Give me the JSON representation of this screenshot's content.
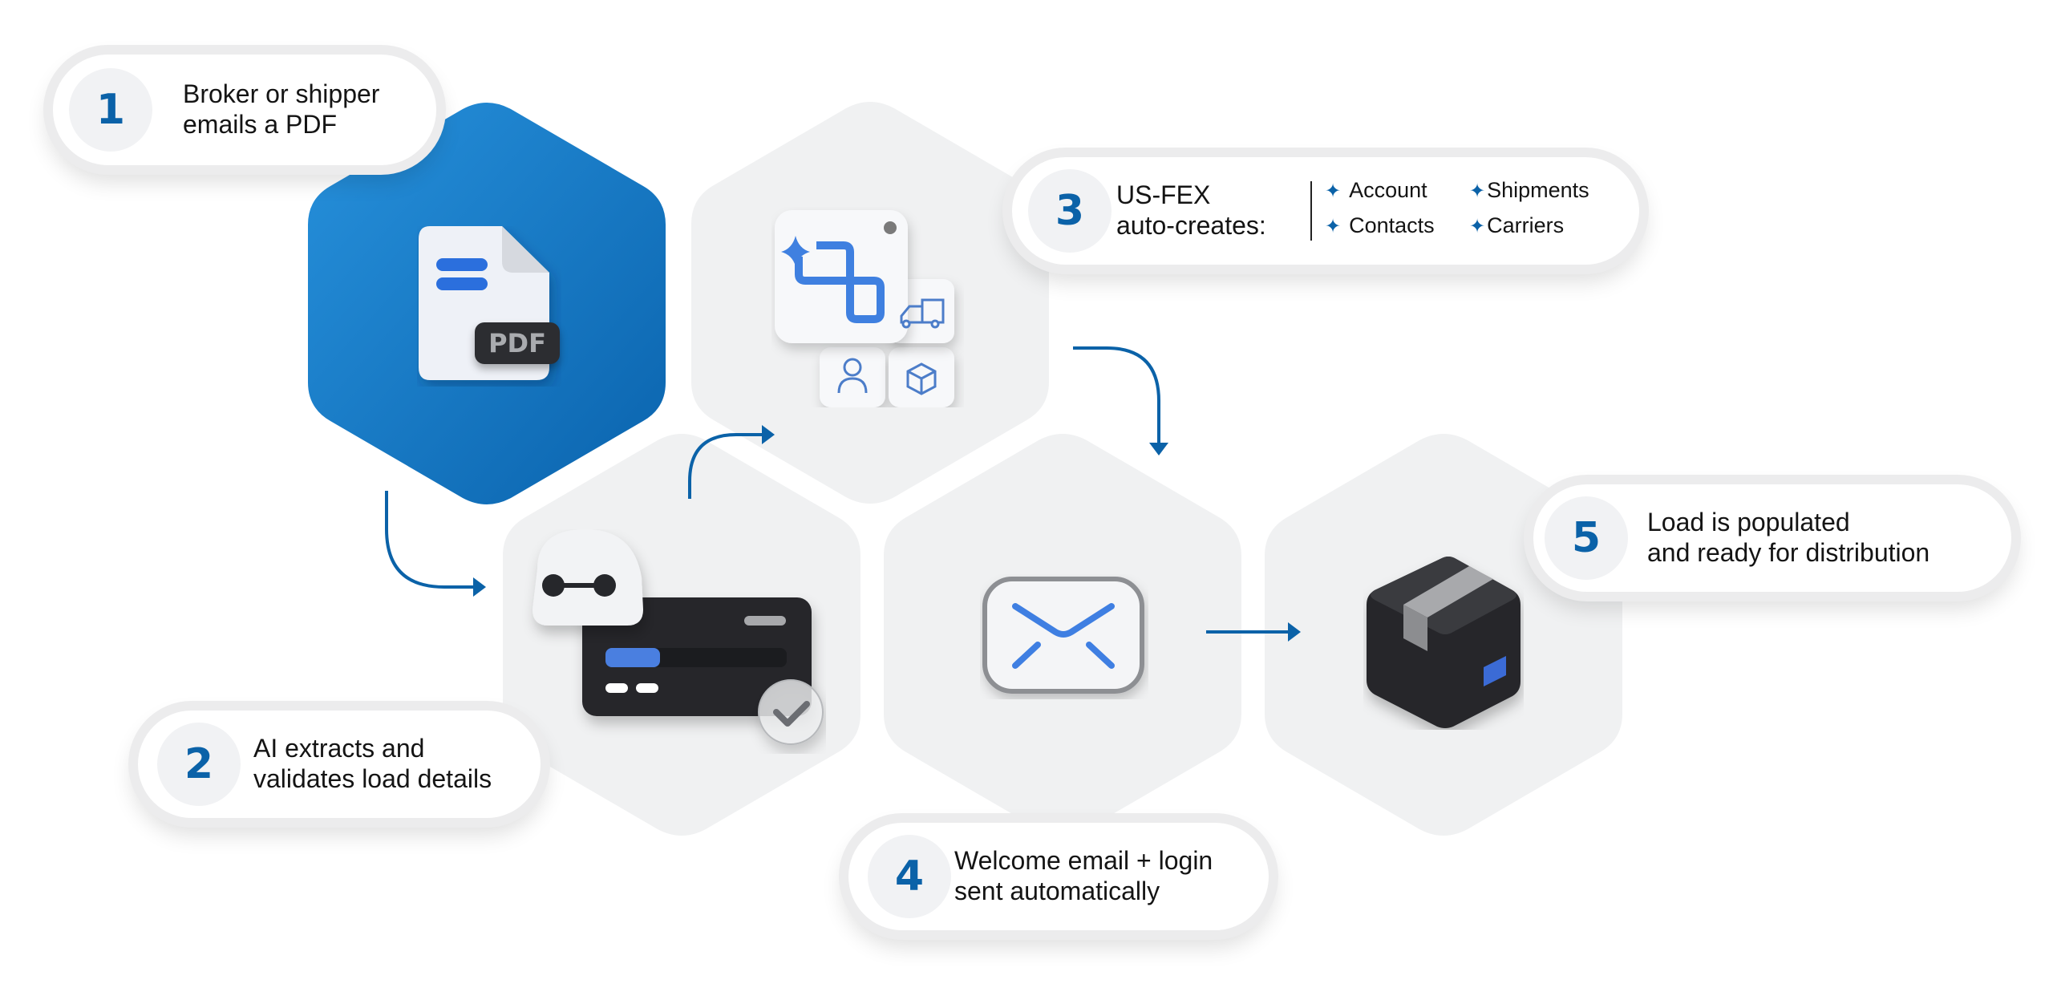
{
  "diagram": {
    "type": "process-flow",
    "accent_color": "#0b62a8",
    "hex_active_color": "#1a7fd1",
    "hex_inactive_color": "#f0f1f2",
    "steps": [
      {
        "number": "1",
        "line1": "Broker or shipper",
        "line2": "emails a PDF",
        "icon": "pdf-document-icon",
        "icon_label": "PDF"
      },
      {
        "number": "2",
        "line1": "AI extracts and",
        "line2": "validates load details",
        "icon": "ai-robot-validation-icon",
        "extraction_progress": 0.3
      },
      {
        "number": "3",
        "line1": "US-FEX",
        "line2": "auto-creates:",
        "icon": "app-tiles-icon",
        "creates": [
          "Account",
          "Shipments",
          "Contacts",
          "Carriers"
        ]
      },
      {
        "number": "4",
        "line1": "Welcome email + login",
        "line2": "sent automatically",
        "icon": "envelope-icon"
      },
      {
        "number": "5",
        "line1": "Load is populated",
        "line2": "and ready for distribution",
        "icon": "package-box-icon"
      }
    ],
    "feature_bullet": "✦"
  }
}
